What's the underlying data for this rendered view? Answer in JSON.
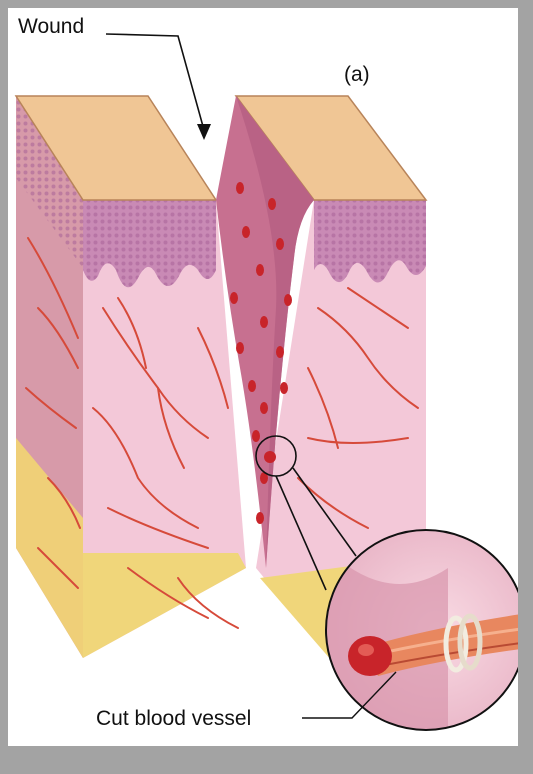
{
  "labels": {
    "wound": "Wound",
    "panel_letter": "(a)",
    "cut_blood_vessel": "Cut blood vessel"
  },
  "colors": {
    "frame": "#a3a3a3",
    "epidermis": "#c98ab5",
    "epidermis_dots": "#a86396",
    "dermis": "#f3c8d8",
    "dermis_side": "#d79aa9",
    "skin_top": "#f0c695",
    "fat": "#f0d67a",
    "vessel": "#d64a3a",
    "blood": "#c8242a",
    "wound_channel": "#c77090"
  }
}
